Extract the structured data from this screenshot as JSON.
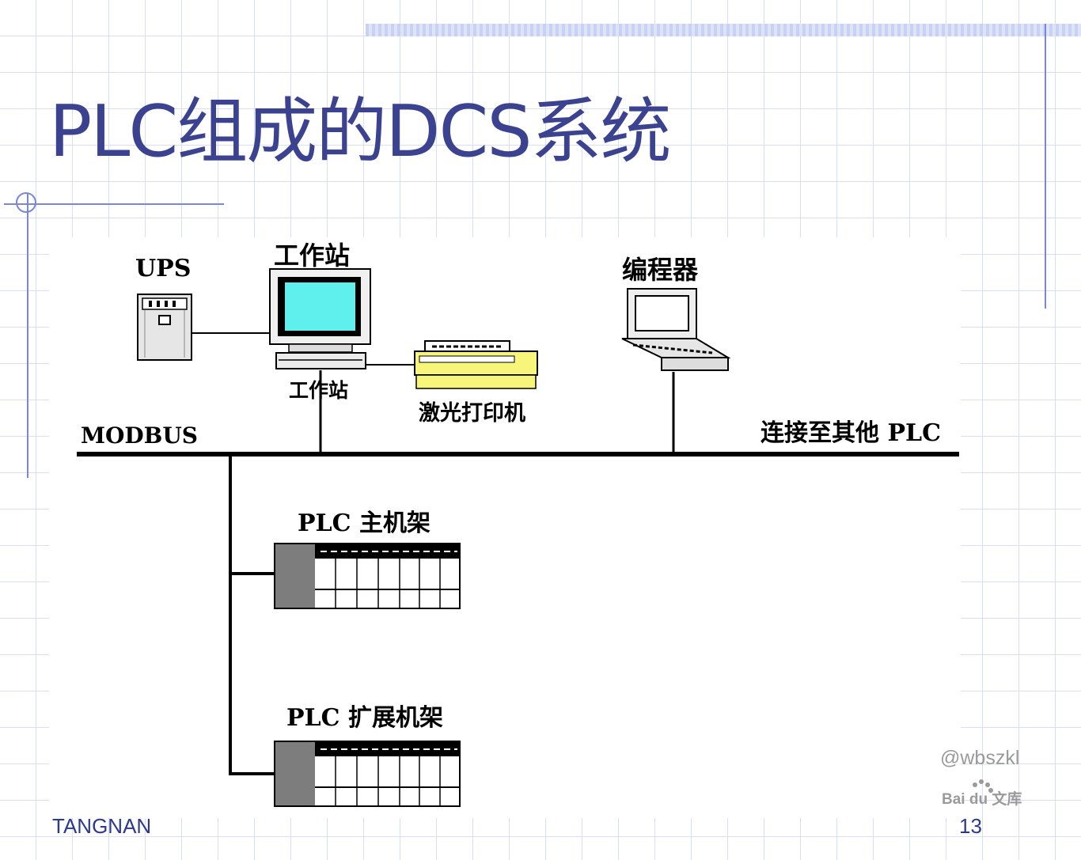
{
  "slide": {
    "title": "PLC组成的DCS系统",
    "footer_left": "TANGNAN",
    "page_number": "13"
  },
  "diagram": {
    "labels": {
      "ups": "UPS",
      "workstation_top": "工作站",
      "workstation_bottom": "工作站",
      "programmer": "编程器",
      "printer": "激光打印机",
      "bus": "MODBUS",
      "connect_other": "连接至其他 PLC",
      "plc_main_rack": "PLC 主机架",
      "plc_expansion_rack": "PLC 扩展机架"
    }
  },
  "watermark": {
    "user": "@wbszkl",
    "brand": "Bai du 文库"
  },
  "colors": {
    "title": "#3b428f",
    "accent": "#7b86d8",
    "grid": "#d9dff2",
    "screen": "#5ff0ee",
    "printer": "#f7f57a",
    "footer": "#2d3a8c"
  }
}
